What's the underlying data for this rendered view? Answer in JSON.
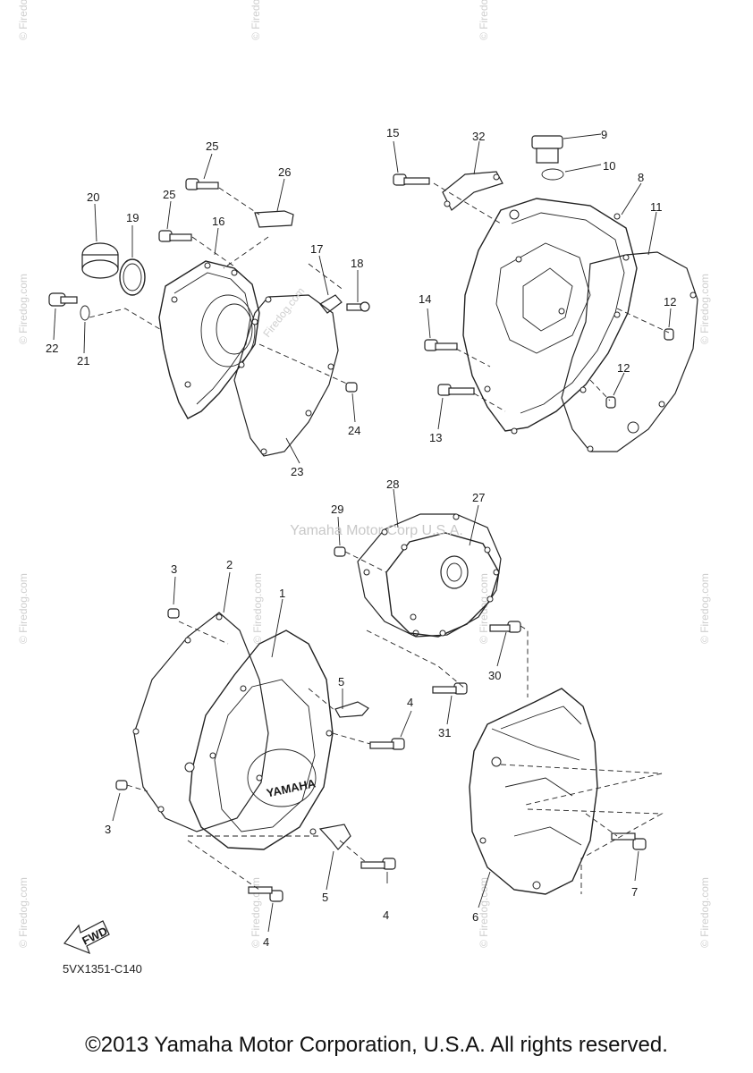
{
  "diagram": {
    "center_watermark": "Yamaha Motor Corp U.S.A.",
    "diagram_code": "5VX1351-C140",
    "fwd_label": "FWD",
    "cover_logo": "YAMAHA",
    "side_watermark": "© Firedog.com",
    "diagonal_watermark": "Firedog.com",
    "footer": "©2013 Yamaha Motor Corporation, U.S.A. All rights reserved.",
    "callouts": {
      "p1": "1",
      "p2": "2",
      "p3a": "3",
      "p3b": "3",
      "p4a": "4",
      "p4b": "4",
      "p4c": "4",
      "p5a": "5",
      "p5b": "5",
      "p6": "6",
      "p7": "7",
      "p8": "8",
      "p9": "9",
      "p10": "10",
      "p11": "11",
      "p12a": "12",
      "p12b": "12",
      "p13": "13",
      "p14": "14",
      "p15": "15",
      "p16": "16",
      "p17": "17",
      "p18": "18",
      "p19": "19",
      "p20": "20",
      "p21": "21",
      "p22": "22",
      "p23": "23",
      "p24": "24",
      "p25a": "25",
      "p25b": "25",
      "p26": "26",
      "p27": "27",
      "p28": "28",
      "p29": "29",
      "p30": "30",
      "p31": "31",
      "p32": "32"
    }
  }
}
